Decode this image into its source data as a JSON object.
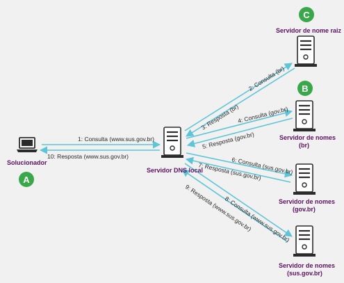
{
  "nodes": {
    "resolver": {
      "label": "Solucionador",
      "badge": "A"
    },
    "local_dns": {
      "label": "Servidor DNS local"
    },
    "root": {
      "label": "Servidor de nome raiz",
      "badge": "C"
    },
    "br": {
      "label_line1": "Servidor de nomes",
      "label_line2": "(br)",
      "badge": "B"
    },
    "gov_br": {
      "label_line1": "Servidor de nomes",
      "label_line2": "(gov.br)"
    },
    "sus_gov_br": {
      "label_line1": "Servidor de nomes",
      "label_line2": "(sus.gov.br)"
    }
  },
  "messages": {
    "m1": "1: Consulta (www.sus.gov.br)",
    "m2": "2: Consulta (br)",
    "m3": "3: Resposta (br)",
    "m4": "4: Consulta (gov.br)",
    "m5": "5: Resposta (gov.br)",
    "m6": "6: Consulta (sus.gov.br)",
    "m7": "7: Resposta (sus.gov.br)",
    "m8": "8: Consulta (www.sus.gov.br)",
    "m9": "9: Resposta (www.sus.gov.br)",
    "m10": "10: Resposta (www.sus.gov.br)"
  },
  "colors": {
    "arrow": "#5ec4d6",
    "label": "#5b1160",
    "badge": "#3aa84a",
    "server_body": "#ffffff",
    "server_outline": "#2b2b2b"
  },
  "icons": {
    "laptop": "laptop-icon",
    "server": "server-icon"
  }
}
